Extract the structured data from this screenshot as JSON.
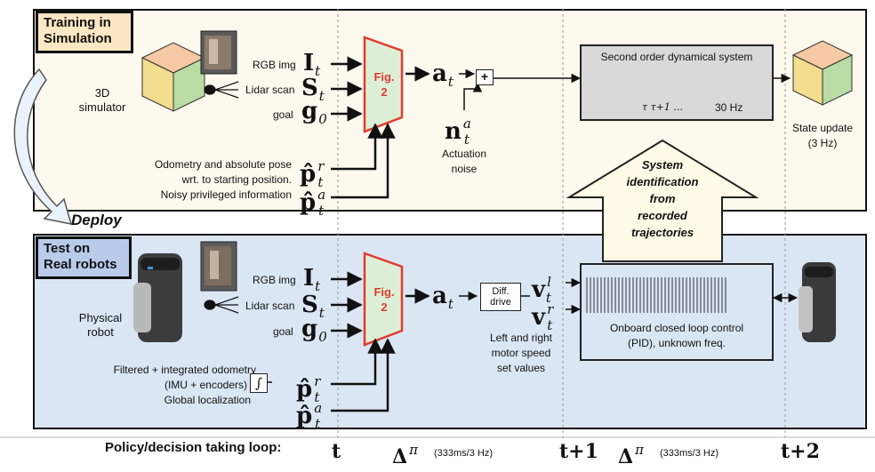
{
  "sim_panel": {
    "title_line1": "Training in",
    "title_line2": "Simulation",
    "simulator_label_line1": "3D",
    "simulator_label_line2": "simulator",
    "rgb_label": "RGB img",
    "lidar_label": "Lidar scan",
    "goal_label": "goal",
    "odometry_line1": "Odometry and absolute pose",
    "odometry_line2": "wrt. to starting position.",
    "odometry_line3": "Noisy privileged information",
    "fig_label_line1": "Fig.",
    "fig_label_line2": "2",
    "plus_symbol": "+",
    "actuation_line1": "Actuation",
    "actuation_line2": "noise",
    "dyn_system_title": "Second order dynamical system",
    "dyn_tau": "τ  τ+1 ...",
    "dyn_freq": "30 Hz",
    "state_update_line1": "State update",
    "state_update_line2": "(3 Hz)"
  },
  "deploy_label": "Deploy",
  "sysid": {
    "line1": "System",
    "line2": "identification",
    "line3": "from",
    "line4": "recorded",
    "line5": "trajectories"
  },
  "real_panel": {
    "title_line1": "Test on",
    "title_line2": "Real robots",
    "robot_label_line1": "Physical",
    "robot_label_line2": "robot",
    "rgb_label": "RGB img",
    "lidar_label": "Lidar scan",
    "goal_label": "goal",
    "filtered_line1": "Filtered + integrated odometry",
    "filtered_line2": "(IMU + encoders)",
    "filtered_line3": "Global localization",
    "integral_symbol": "∫",
    "fig_label_line1": "Fig.",
    "fig_label_line2": "2",
    "diff_drive_line1": "Diff.",
    "diff_drive_line2": "drive",
    "motor_line1": "Left and right",
    "motor_line2": "motor speed",
    "motor_line3": "set values",
    "pid_line1": "Onboard closed loop control",
    "pid_line2": "(PID), unknown freq."
  },
  "symbols": {
    "I": "I",
    "I_sub": "t",
    "S": "S",
    "S_sub": "t",
    "g": "g",
    "g_sub": "0",
    "p": "p̂",
    "p_sub": "t",
    "p_sup_r": "r",
    "p_sup_a": "a",
    "a": "a",
    "a_sub": "t",
    "n": "n",
    "n_sub": "t",
    "n_sup": "a",
    "v": "v",
    "v_sub": "t",
    "v_sup_l": "l",
    "v_sup_r": "r"
  },
  "timeline": {
    "label": "Policy/decision taking loop:",
    "t0": "t",
    "delta": "Δ",
    "delta_sup": "π",
    "period": "(333ms/3 Hz)",
    "t1": "t+1",
    "t2": "t+2"
  },
  "colors": {
    "sim_bg": "#fdf9ee",
    "real_bg": "#dbe6f5",
    "sim_title_bg": "#fbe7c3",
    "real_title_bg": "#b9cbea",
    "fig_fill": "#dcefd6",
    "fig_border": "#e23b2e",
    "cube_top": "#f4c9a3",
    "cube_left": "#f3dd8e",
    "cube_right": "#b8dca4",
    "arrow_fill": "#fffbe6"
  }
}
